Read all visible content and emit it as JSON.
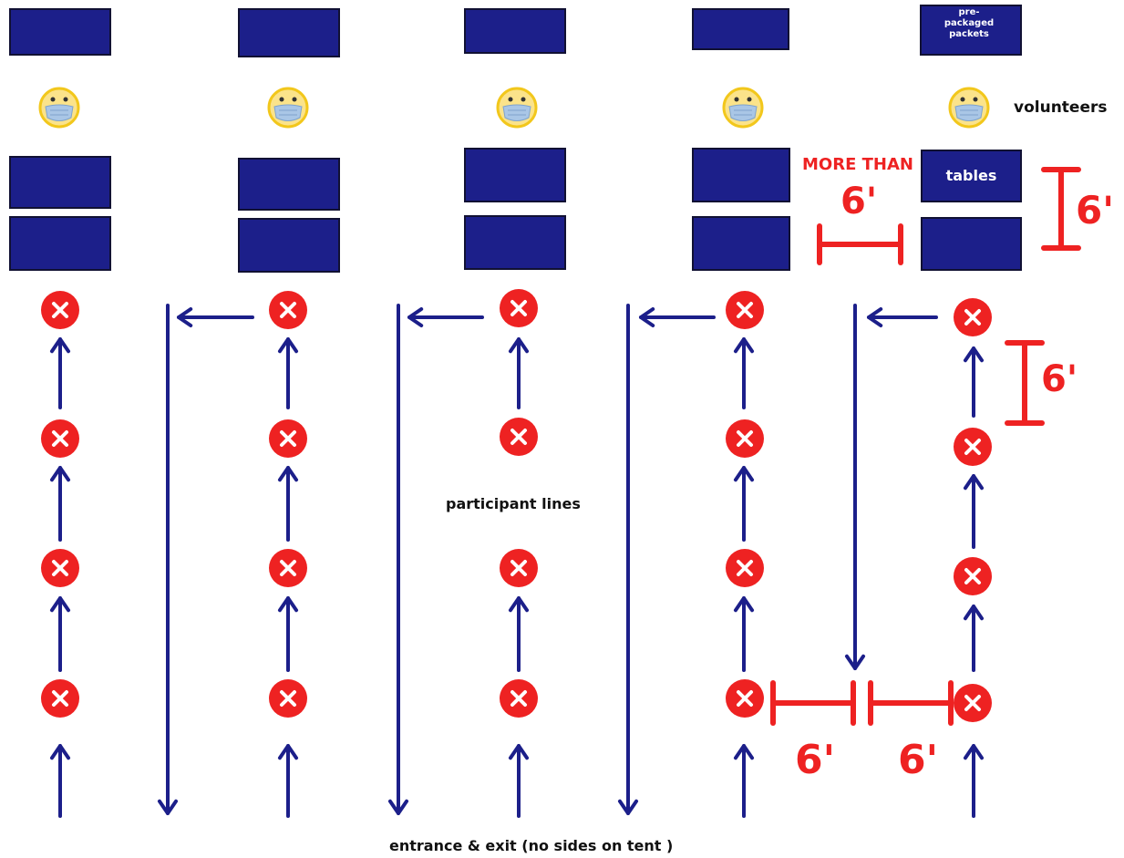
{
  "labels": {
    "volunteers": "volunteers",
    "tables": "tables",
    "prepackaged": "pre-\npackaged\npackets",
    "participant_lines": "participant lines",
    "entrance_exit": "entrance & exit (no sides on tent )",
    "more_than": "MORE THAN",
    "six_ft": "6'"
  },
  "lane_count": 5,
  "colors": {
    "table": "#1c1f8a",
    "arrow": "#1c1f8a",
    "marker": "#ee2222",
    "measure": "#ee2222",
    "face": "#fbe38a",
    "face_outline": "#f2c71c",
    "mask": "#a9c6e6"
  },
  "icons": {
    "spot_marker": "x-circle-icon",
    "volunteer": "masked-face-icon",
    "direction": "arrow-icon"
  }
}
